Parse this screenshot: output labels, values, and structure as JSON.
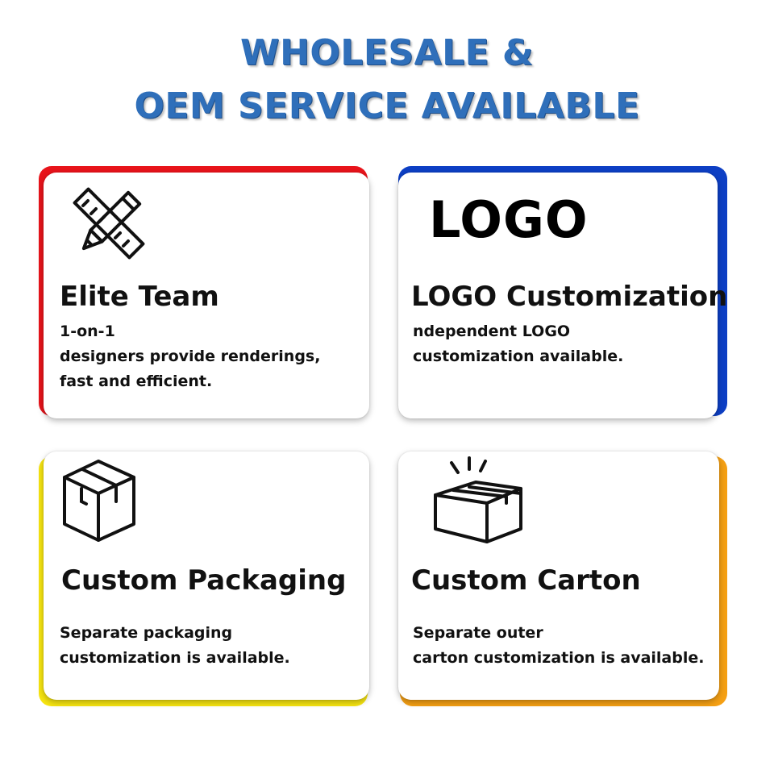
{
  "headline": {
    "line1": "WHOLESALE &",
    "line2": "OEM SERVICE AVAILABLE"
  },
  "colors": {
    "headline": "#2f6fba",
    "red_accent": "#e8141b",
    "blue_accent": "#0d3fc4",
    "yellow_accent": "#f7e511",
    "orange_accent": "#f5a014"
  },
  "cards": [
    {
      "icon": "pencil-ruler-icon",
      "title": "Elite Team",
      "lines": [
        "1-on-1",
        "designers provide renderings,",
        "fast and efficient."
      ]
    },
    {
      "icon": "logo-wordmark",
      "logo_text": "LOGO",
      "title": "LOGO Customization",
      "lines": [
        "ndependent LOGO",
        "customization available."
      ]
    },
    {
      "icon": "box-icon",
      "title": "Custom Packaging",
      "lines": [
        "Separate packaging",
        "customization is available."
      ]
    },
    {
      "icon": "open-carton-icon",
      "title": "Custom Carton",
      "lines": [
        "Separate outer",
        "carton customization is available."
      ]
    }
  ]
}
